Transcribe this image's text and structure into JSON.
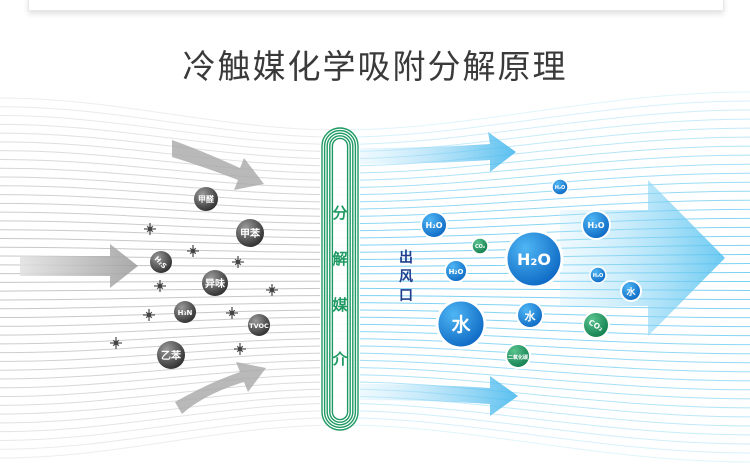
{
  "title": "冷触媒化学吸附分解原理",
  "filter_label": [
    "分",
    "解",
    "媒",
    "介"
  ],
  "outlet_label": [
    "出",
    "风",
    "口"
  ],
  "pollutants": [
    {
      "id": "pollutant-jiaquan",
      "label": "甲醛"
    },
    {
      "id": "pollutant-jiaben",
      "label": "甲苯"
    },
    {
      "id": "pollutant-h2s",
      "label": "H₂S"
    },
    {
      "id": "pollutant-yiwei",
      "label": "异味"
    },
    {
      "id": "pollutant-h3n",
      "label": "H₃N"
    },
    {
      "id": "pollutant-tvoc",
      "label": "TVOC"
    },
    {
      "id": "pollutant-yiben",
      "label": "乙苯"
    }
  ],
  "products": [
    {
      "id": "product-h2o-small-top",
      "label": "H₂O"
    },
    {
      "id": "product-h2o-a",
      "label": "H₂O"
    },
    {
      "id": "product-co2-a",
      "label": "CO₂"
    },
    {
      "id": "product-h2o-large",
      "label": "H₂O"
    },
    {
      "id": "product-h2o-b",
      "label": "H₂O"
    },
    {
      "id": "product-h2o-right",
      "label": "H₂O"
    },
    {
      "id": "product-h2o-c",
      "label": "H₂O"
    },
    {
      "id": "product-water-small",
      "label": "水"
    },
    {
      "id": "product-water-large",
      "label": "水"
    },
    {
      "id": "product-water-mid",
      "label": "水"
    },
    {
      "id": "product-co2-b",
      "label": "CO₂"
    },
    {
      "id": "product-co2-text",
      "label": "二氧化碳"
    }
  ],
  "colors": {
    "title": "#3a3a3a",
    "filter_green": "#1f9a63",
    "outlet_blue": "#1e3f8e",
    "water_blue": "#1a88d8",
    "co2_green": "#1e9a68",
    "pollutant_gray": "#555555",
    "stream_gray": "#bdbdbd",
    "stream_blue": "#5cc6ef"
  }
}
